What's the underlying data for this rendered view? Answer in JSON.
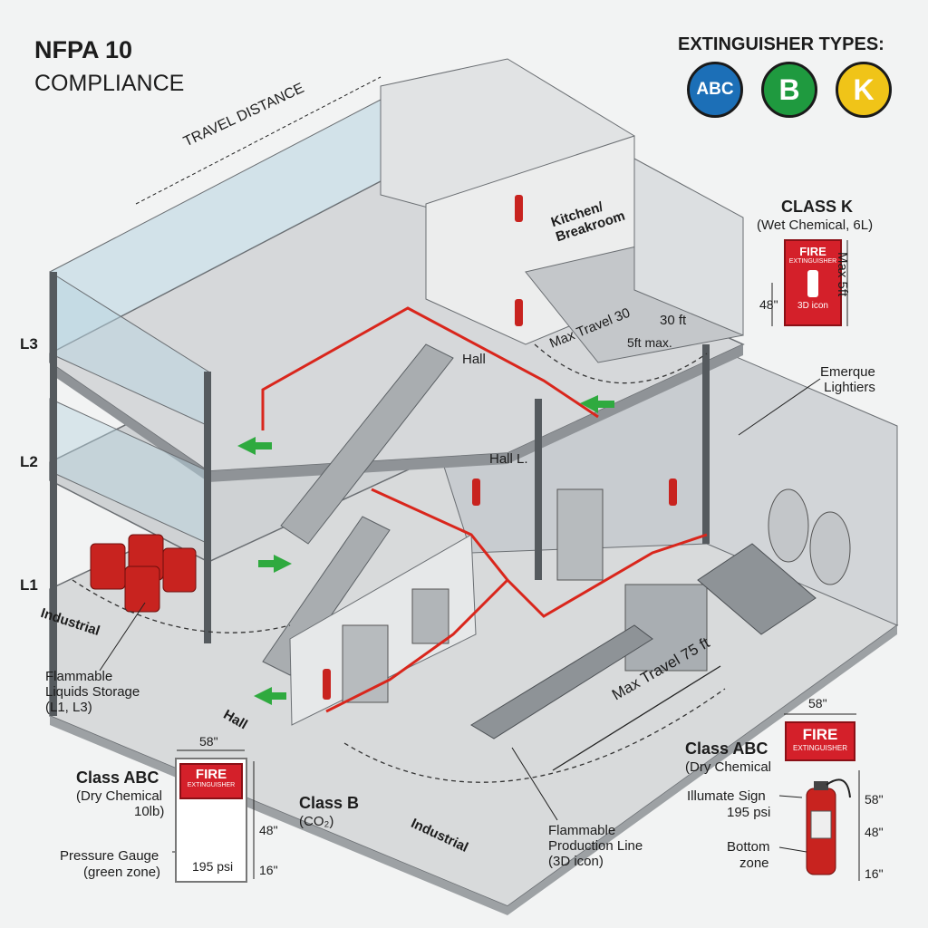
{
  "header": {
    "title_line1": "NFPA 10",
    "title_line2": "COMPLIANCE",
    "types_heading": "EXTINGUISHER TYPES:",
    "types": [
      {
        "letter": "ABC",
        "color": "#1c6fb7"
      },
      {
        "letter": "B",
        "color": "#1f9a3f"
      },
      {
        "letter": "K",
        "color": "#f0c418"
      }
    ]
  },
  "levels": [
    "L3",
    "L2",
    "L1"
  ],
  "labels": {
    "travel_distance": "TRAVEL DISTANCE",
    "kitchen_line1": "Kitchen/",
    "kitchen_line2": "Breakroom",
    "hall_upper": "Hall",
    "hall_mid": "Hall L.",
    "hall_lower": "Hall",
    "industrial_left": "Industrial",
    "industrial_bottom": "Industrial",
    "max_travel_30": "Max Travel 30",
    "ft_30": "30 ft",
    "ft_5_max": "5ft max.",
    "max_travel_75": "Max Travel 75 ft",
    "emergency_line1": "Emerque",
    "emergency_line2": "Lightiers",
    "flammable_storage": [
      "Flammable",
      "Liquids Storage",
      "(L1, L3)"
    ],
    "flammable_line": [
      "Flammable",
      "Production Line",
      "(3D icon)"
    ],
    "class_b": "Class B",
    "class_b_sub": "(CO₂)"
  },
  "class_k": {
    "title": "CLASS K",
    "sub": "(Wet Chemical, 6L)",
    "sign_title": "FIRE",
    "sign_sub": "EXTINGUISHER",
    "sign_icon": "3D icon",
    "height": "48\"",
    "max": "Max 5ft"
  },
  "class_abc_left": {
    "width": "58\"",
    "title": "Class ABC",
    "sub1": "(Dry Chemical",
    "sub2": "10lb)",
    "sign_title": "FIRE",
    "sign_sub": "EXTINGUISHER",
    "psi": "195 psi",
    "gauge_label1": "Pressure Gauge",
    "gauge_label2": "(green zone)",
    "h48": "48\"",
    "h16": "16\""
  },
  "class_abc_right": {
    "width": "58\"",
    "title": "Class ABC",
    "sub": "(Dry Chemical",
    "sign_title": "FIRE",
    "sign_sub": "EXTINGUISHER",
    "illum1": "Illumate Sign",
    "illum2": "195 psi",
    "bottom1": "Bottom",
    "bottom2": "zone",
    "h58": "58\"",
    "h48": "48\"",
    "h16": "16\""
  }
}
